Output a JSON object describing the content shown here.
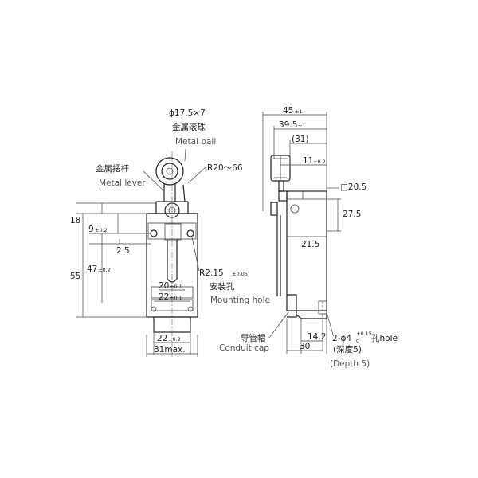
{
  "labels": {
    "ball_size": "ϕ17.5×7",
    "ball_cn": "金属滚珠",
    "ball_en": "Metal ball",
    "lever_cn": "金属摆杆",
    "lever_en": "Metal lever",
    "radius": "R20～66",
    "r215": "R2.15",
    "r215_tol": "±0.05",
    "hole_cn": "安装孔",
    "hole_en": "Mounting hole",
    "conduit_cn": "导管帽",
    "conduit_en": "Conduit cap",
    "hole2_prefix": "2-ϕ4",
    "hole2_tol_up": "+0.15",
    "hole2_tol_dn": "0",
    "hole2_suffix": "孔hole",
    "depth_cn": "(深度5)",
    "depth_en": "(Depth 5)"
  },
  "dims": {
    "d18": "18",
    "d9": "9",
    "d9_tol": "±0.2",
    "d2_5": "2.5",
    "d47": "47",
    "d47_tol": "±0.2",
    "d55": "55",
    "d20": "20",
    "d20_tol": "±0.1",
    "d22a": "22",
    "d22a_tol": "±0.1",
    "d22b": "22",
    "d22b_tol": "±0.2",
    "d31": "31max.",
    "d45": "45",
    "d45_tol": "±1",
    "d39_5": "39.5",
    "d39_5_tol": "±1",
    "d31p": "(31)",
    "d11": "11",
    "d11_tol": "±0.2",
    "sq20_5": "□20.5",
    "d27_5": "27.5",
    "d21_5": "21.5",
    "d14_2": "14.2",
    "d30": "30"
  }
}
